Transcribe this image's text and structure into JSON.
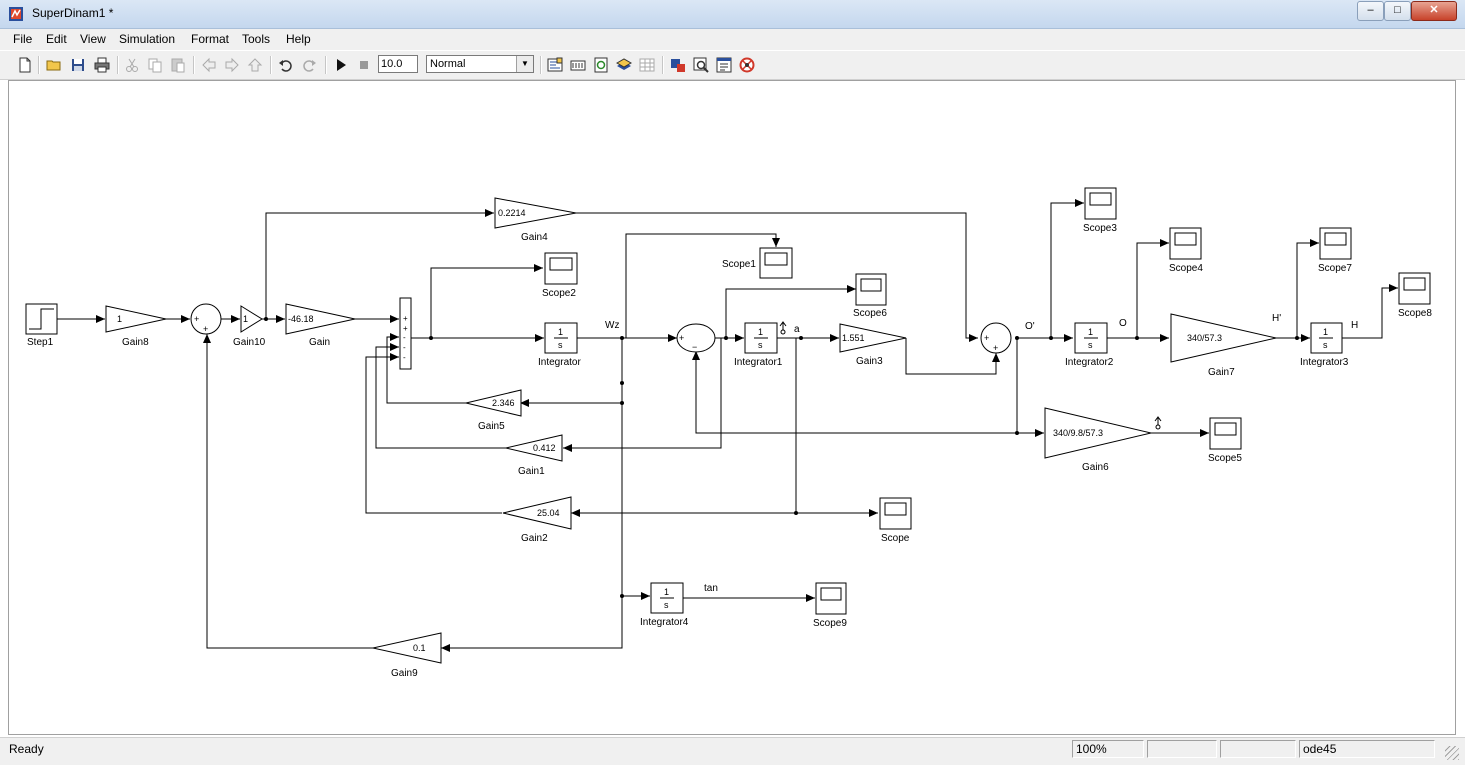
{
  "window": {
    "title": "SuperDinam1 *"
  },
  "menu": [
    "File",
    "Edit",
    "View",
    "Simulation",
    "Format",
    "Tools",
    "Help"
  ],
  "toolbar": {
    "stop_time": "10.0",
    "sim_mode": "Normal"
  },
  "blocks": {
    "step1": "Step1",
    "gain8": {
      "name": "Gain8",
      "value": "1"
    },
    "gain10": {
      "name": "Gain10",
      "value": "1"
    },
    "gain": {
      "name": "Gain",
      "value": "-46.18"
    },
    "gain4": {
      "name": "Gain4",
      "value": "0.2214"
    },
    "gain5": {
      "name": "Gain5",
      "value": "2.346"
    },
    "gain1": {
      "name": "Gain1",
      "value": "0.412"
    },
    "gain2": {
      "name": "Gain2",
      "value": "25.04"
    },
    "gain9": {
      "name": "Gain9",
      "value": "0.1"
    },
    "gain3": {
      "name": "Gain3",
      "value": "1.551"
    },
    "gain7": {
      "name": "Gain7",
      "value": "340/57.3"
    },
    "gain6": {
      "name": "Gain6",
      "value": "340/9.8/57.3"
    },
    "integrator": {
      "name": "Integrator"
    },
    "integrator1": {
      "name": "Integrator1"
    },
    "integrator2": {
      "name": "Integrator2"
    },
    "integrator3": {
      "name": "Integrator3"
    },
    "integrator4": {
      "name": "Integrator4"
    },
    "int_num": "1",
    "int_den": "s",
    "scope": "Scope",
    "scope1": "Scope1",
    "scope2": "Scope2",
    "scope3": "Scope3",
    "scope4": "Scope4",
    "scope5": "Scope5",
    "scope6": "Scope6",
    "scope7": "Scope7",
    "scope8": "Scope8",
    "scope9": "Scope9"
  },
  "signals": {
    "wz": "Wz",
    "a": "a",
    "o_prime": "O'",
    "o": "O",
    "h_prime": "H'",
    "h": "H",
    "tan": "tan"
  },
  "sum_signs": {
    "plus": "+",
    "minus": "−",
    "dash": "-"
  },
  "status": {
    "text": "Ready",
    "zoom": "100%",
    "solver": "ode45"
  }
}
